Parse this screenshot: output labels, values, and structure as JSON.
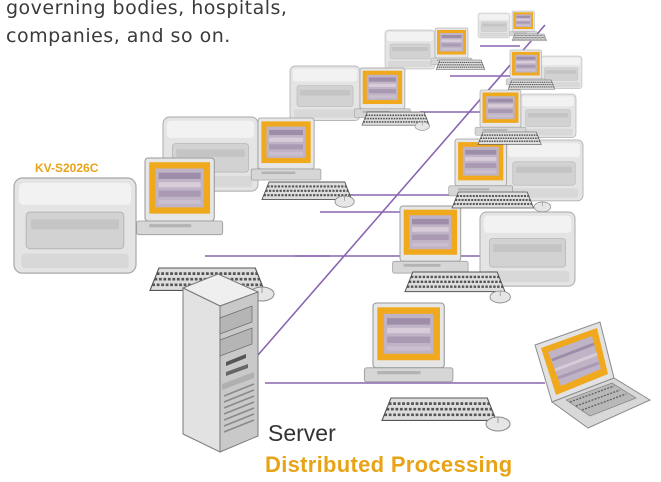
{
  "caption": {
    "line1": "governing bodies, hospitals,",
    "line2": "companies, and so on."
  },
  "scanner_label": "KV-S2026C",
  "server_label": "Server",
  "title": "Distributed Processing",
  "colors": {
    "network_line": "#8a65b0",
    "screen_frame": "#f0a81c",
    "accent_text": "#e8a317",
    "device_body": "#e3e3e3"
  },
  "icons": [
    "scanner-icon",
    "computer-icon",
    "keyboard-icon",
    "mouse-icon",
    "server-tower-icon",
    "laptop-icon"
  ]
}
